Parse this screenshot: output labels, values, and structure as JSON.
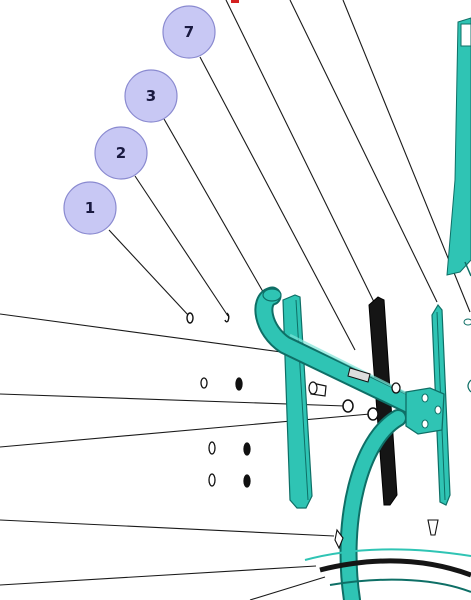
{
  "diagram": {
    "colors": {
      "part_teal": "#2fc4b4",
      "part_teal_dark": "#0e6f66",
      "part_black": "#151515",
      "callout_fill": "#c8c8f4",
      "callout_stroke": "#8a8ad0",
      "leader_line": "#1a1a1a",
      "accent_red": "#d42020"
    },
    "callouts": [
      {
        "id": "callout-7",
        "label": "7"
      },
      {
        "id": "callout-3",
        "label": "3"
      },
      {
        "id": "callout-2",
        "label": "2"
      },
      {
        "id": "callout-1",
        "label": "1"
      }
    ]
  }
}
